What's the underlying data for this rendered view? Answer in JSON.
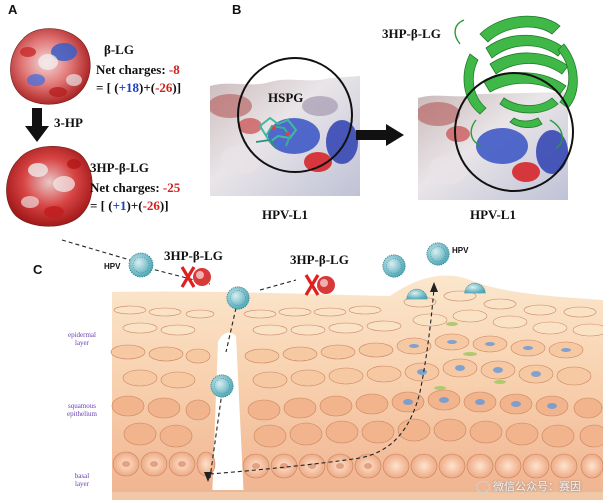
{
  "panels": {
    "a": "A",
    "b": "B",
    "c": "C"
  },
  "panel_a": {
    "protein_top": "β-LG",
    "net_label_top": "Net charges:",
    "net_value_top": "-8",
    "eq_top_prefix": "= [ (",
    "eq_top_pos": "+18",
    "eq_top_mid": ")+(",
    "eq_top_neg": "-26",
    "eq_top_suffix": ")]",
    "arrow_label": "3-HP",
    "protein_bottom": "3HP-β-LG",
    "net_label_bottom": "Net charges:",
    "net_value_bottom": "-25",
    "eq_bottom_prefix": "= [ (",
    "eq_bottom_pos": "+1",
    "eq_bottom_mid": ")+(",
    "eq_bottom_neg": "-26",
    "eq_bottom_suffix": ")]"
  },
  "panel_b": {
    "hspg": "HSPG",
    "complex_label": "3HP-β-LG",
    "left_caption": "HPV-L1",
    "right_caption": "HPV-L1"
  },
  "panel_c": {
    "hpv_left": "HPV",
    "hpv_right": "HPV",
    "blocker_left": "3HP-β-LG",
    "blocker_right": "3HP-β-LG",
    "layer_epidermal_1": "epidermal",
    "layer_epidermal_2": "layer",
    "layer_squamous_1": "squamous",
    "layer_squamous_2": "epithelium",
    "layer_basal_1": "basal",
    "layer_basal_2": "layer"
  },
  "watermark": "微信公众号：赛因",
  "colors": {
    "negative": "#d0201f",
    "positive": "#1c40b8",
    "ribbon": "#3fb848",
    "layer_text": "#6a3fb0"
  }
}
